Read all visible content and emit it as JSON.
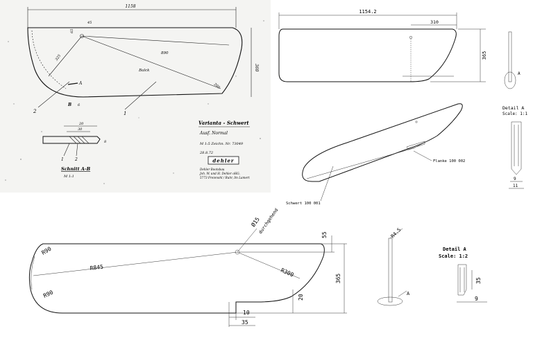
{
  "colors": {
    "line": "#111111",
    "paper": "#f4f4f2",
    "dim_line": "#333333"
  },
  "icons": [
    "dehler-logo"
  ],
  "old_drawing": {
    "length": "1158",
    "width_right": "360",
    "top_offset": "65",
    "angle_label": "45",
    "r_top_left": "325",
    "r_center": "890",
    "r_bottom": "200",
    "body_label": "Balck",
    "marker_1a": "1",
    "marker_2a": "2",
    "marker_b": "B",
    "marker_a": "A",
    "dim_6": "6",
    "dim_20": "20",
    "dim_30": "30",
    "dim_8": "8",
    "marker_1b": "1",
    "marker_2b": "2",
    "section_title": "Schnitt A-B",
    "section_scale": "M 1:1",
    "title_block": {
      "title": "Varianta - Schwert",
      "subtitle": "Ausf. Normal",
      "drawing_no": "M 1:5  Zeichn. Nr. 73049",
      "date": "28.8.72",
      "logo_text": "dehler",
      "company_lines": [
        "Dehler Bootsbau",
        "Joh. W. und H. Dehler oHG.",
        "5773 Freienohl / Ruhr, Im Lamert"
      ]
    }
  },
  "cad_drawing": {
    "length": "1154.2",
    "dim_310": "310",
    "height": "365",
    "detail_title": "Detail A",
    "detail_scale": "Scale:  1:1",
    "detail_marker": "A",
    "dim_9": "9",
    "dim_11": "11",
    "label_flanke": "Flanke 100 002",
    "label_schwert": "Schwert 100 001"
  },
  "bottom_drawing": {
    "r90_top": "R90",
    "r845": "R845",
    "r90_bottom": "R90",
    "r300": "R300",
    "hole": "Ø15",
    "hole_note": "durchgehend",
    "dim_55": "55",
    "dim_365": "365",
    "dim_20": "20",
    "dim_10": "10",
    "dim_35": "35",
    "r45": "R4.5",
    "marker_a": "A",
    "detail_title": "Detail A",
    "detail_scale": "Scale:  1:2",
    "detail_dim_35": "35",
    "detail_dim_9": "9"
  }
}
